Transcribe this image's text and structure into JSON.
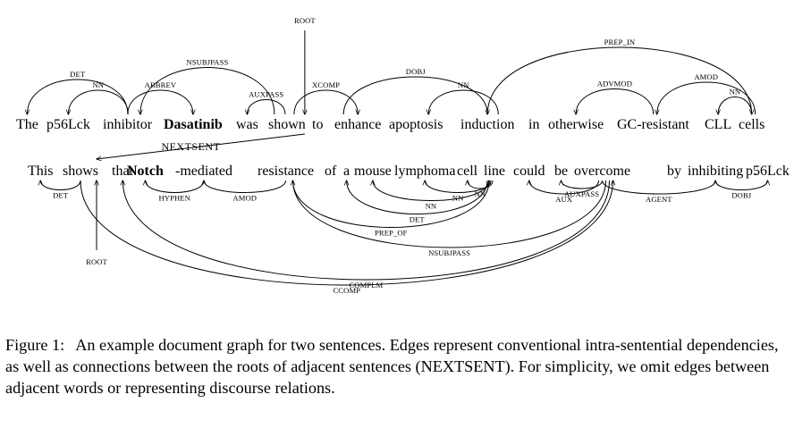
{
  "figure": {
    "sentence1": {
      "words": [
        "The",
        "p56Lck",
        "inhibitor",
        "Dasatinib",
        "was",
        "shown",
        "to",
        "enhance",
        "apoptosis",
        "induction",
        "in",
        "otherwise",
        "GC-resistant",
        "CLL",
        "cells"
      ],
      "bold_indices": [
        3
      ]
    },
    "sentence2": {
      "words": [
        "This",
        "shows",
        "that",
        "Notch",
        "-mediated",
        "resistance",
        "of",
        "a",
        "mouse",
        "lymphoma",
        "cell",
        "line",
        "could",
        "be",
        "overcome",
        "by",
        "inhibiting",
        "p56Lck",
        "."
      ],
      "bold_indices": [
        3
      ]
    },
    "edges": [
      {
        "label": "DET",
        "sentence": 1,
        "from": 2,
        "to": 0
      },
      {
        "label": "NN",
        "sentence": 1,
        "from": 2,
        "to": 1
      },
      {
        "label": "NSUBJPASS",
        "sentence": 1,
        "from": 5,
        "to": 2
      },
      {
        "label": "ABBREV",
        "sentence": 1,
        "from": 2,
        "to": 3
      },
      {
        "label": "AUXPASS",
        "sentence": 1,
        "from": 5,
        "to": 4
      },
      {
        "label": "XCOMP",
        "sentence": 1,
        "from": 5,
        "to": 7
      },
      {
        "label": "DOBJ",
        "sentence": 1,
        "from": 7,
        "to": 9
      },
      {
        "label": "NN",
        "sentence": 1,
        "from": 9,
        "to": 8
      },
      {
        "label": "PREP_IN",
        "sentence": 1,
        "from": 9,
        "to": 14
      },
      {
        "label": "ADVMOD",
        "sentence": 1,
        "from": 12,
        "to": 11
      },
      {
        "label": "AMOD",
        "sentence": 1,
        "from": 14,
        "to": 12
      },
      {
        "label": "NN",
        "sentence": 1,
        "from": 14,
        "to": 13
      },
      {
        "label": "DET",
        "sentence": 2,
        "from": 1,
        "to": 0
      },
      {
        "label": "HYPHEN",
        "sentence": 2,
        "from": 4,
        "to": 3
      },
      {
        "label": "AMOD",
        "sentence": 2,
        "from": 5,
        "to": 4
      },
      {
        "label": "NN",
        "sentence": 2,
        "from": 11,
        "to": 9
      },
      {
        "label": "NN",
        "sentence": 2,
        "from": 11,
        "to": 8
      },
      {
        "label": "NN",
        "sentence": 2,
        "from": 11,
        "to": 10
      },
      {
        "label": "DET",
        "sentence": 2,
        "from": 11,
        "to": 7
      },
      {
        "label": "PREP_OF",
        "sentence": 2,
        "from": 5,
        "to": 11
      },
      {
        "label": "AUXPASS",
        "sentence": 2,
        "from": 14,
        "to": 13
      },
      {
        "label": "AUX",
        "sentence": 2,
        "from": 14,
        "to": 12
      },
      {
        "label": "NSUBJPASS",
        "sentence": 2,
        "from": 14,
        "to": 5
      },
      {
        "label": "COMPLM",
        "sentence": 2,
        "from": 14,
        "to": 2
      },
      {
        "label": "CCOMP",
        "sentence": 2,
        "from": 1,
        "to": 14
      },
      {
        "label": "AGENT",
        "sentence": 2,
        "from": 14,
        "to": 16
      },
      {
        "label": "DOBJ",
        "sentence": 2,
        "from": 16,
        "to": 17
      }
    ],
    "root_labels": {
      "sentence1": "ROOT",
      "sentence2": "ROOT"
    },
    "cross_edge_label": "NEXTSENT"
  },
  "caption": {
    "number": "Figure 1:",
    "text": "An example document graph for two sentences. Edges represent conventional intra-sentential dependencies, as well as connections between the roots of adjacent sentences (NEXTSENT). For simplicity, we omit edges between adjacent words or representing discourse relations."
  }
}
